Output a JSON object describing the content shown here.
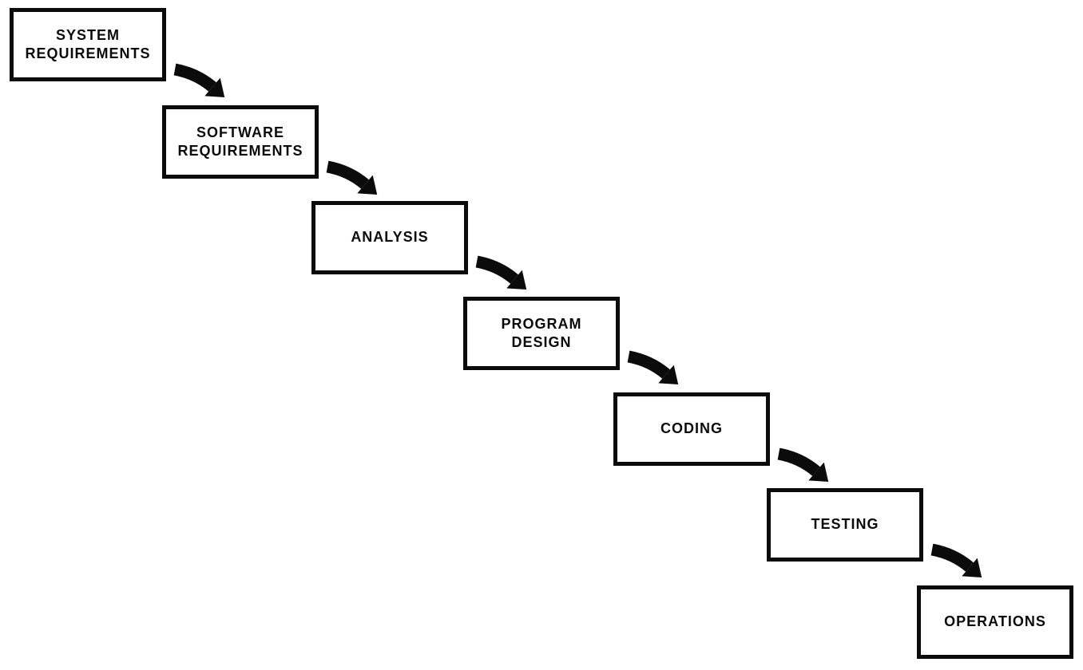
{
  "diagram": {
    "kind": "waterfall-cascade-flow",
    "colors": {
      "ink": "#0b0b0b",
      "background": "#ffffff"
    },
    "steps": [
      {
        "id": "system-requirements",
        "label": "SYSTEM\nREQUIREMENTS"
      },
      {
        "id": "software-requirements",
        "label": "SOFTWARE\nREQUIREMENTS"
      },
      {
        "id": "analysis",
        "label": "ANALYSIS"
      },
      {
        "id": "program-design",
        "label": "PROGRAM\nDESIGN"
      },
      {
        "id": "coding",
        "label": "CODING"
      },
      {
        "id": "testing",
        "label": "TESTING"
      },
      {
        "id": "operations",
        "label": "OPERATIONS"
      }
    ],
    "connections": [
      {
        "from": "system-requirements",
        "to": "software-requirements",
        "icon": "curved-arrow-down-right"
      },
      {
        "from": "software-requirements",
        "to": "analysis",
        "icon": "curved-arrow-down-right"
      },
      {
        "from": "analysis",
        "to": "program-design",
        "icon": "curved-arrow-down-right"
      },
      {
        "from": "program-design",
        "to": "coding",
        "icon": "curved-arrow-down-right"
      },
      {
        "from": "coding",
        "to": "testing",
        "icon": "curved-arrow-down-right"
      },
      {
        "from": "testing",
        "to": "operations",
        "icon": "curved-arrow-down-right"
      }
    ]
  }
}
